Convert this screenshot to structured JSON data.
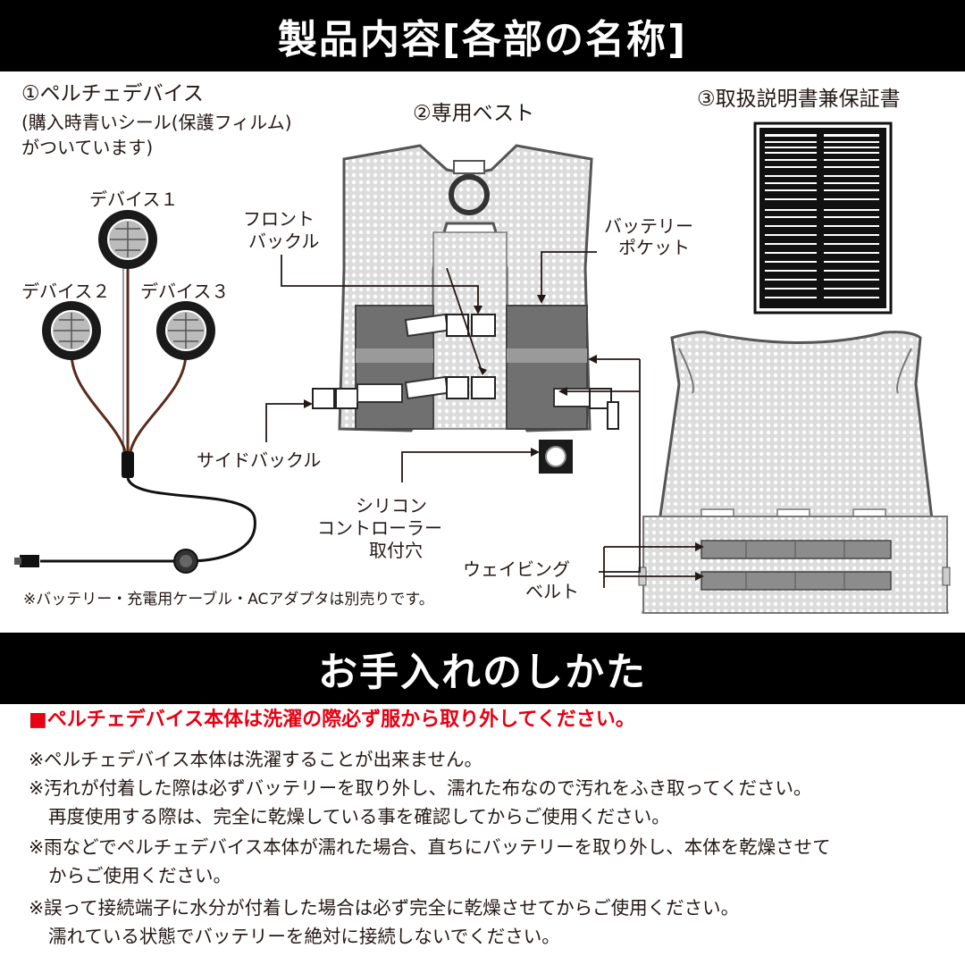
{
  "header": {
    "title": "製品内容[各部の名称]"
  },
  "parts": {
    "item1": {
      "title": "①ペルチェデバイス",
      "sub1": "(購入時青いシール(保護フィルム)",
      "sub2": "がついています)"
    },
    "item2": {
      "title": "②専用ベスト"
    },
    "item3": {
      "title": "③取扱説明書兼保証書"
    },
    "device_labels": [
      "デバイス１",
      "デバイス２",
      "デバイス３"
    ],
    "vest_labels": {
      "front_buckle": [
        "フロント",
        "バックル"
      ],
      "battery_pocket": [
        "バッテリー",
        "ポケット"
      ],
      "side_buckle": "サイドバックル",
      "controller_hole": [
        "シリコン",
        "コントローラー",
        "取付穴"
      ],
      "webbing_belt": [
        "ウェイビング",
        "ベルト"
      ]
    },
    "note": "※バッテリー・充電用ケーブル・ACアダプタは別売りです。"
  },
  "care": {
    "title": "お手入れのしかた",
    "warning": "■ペルチェデバイス本体は洗濯の際必ず服から取り外してください。",
    "lines": [
      "※ペルチェデバイス本体は洗濯することが出来ません。",
      "※汚れが付着した際は必ずバッテリーを取り外し、濡れた布なので汚れをふき取ってください。",
      "再度使用する際は、完全に乾燥している事を確認してからご使用ください。",
      "※雨などでペルチェデバイス本体が濡れた場合、直ちにバッテリーを取り外し、本体を乾燥させて",
      "からご使用ください。",
      "※誤って接続端子に水分が付着した場合は必ず完全に乾燥させてからご使用ください。",
      "濡れている状態でバッテリーを絶対に接続しないでください。"
    ]
  },
  "colors": {
    "band": "#000000",
    "warning": "#e60012",
    "text": "#231815",
    "mesh": "#d9d9d9",
    "panel": "#707070"
  }
}
